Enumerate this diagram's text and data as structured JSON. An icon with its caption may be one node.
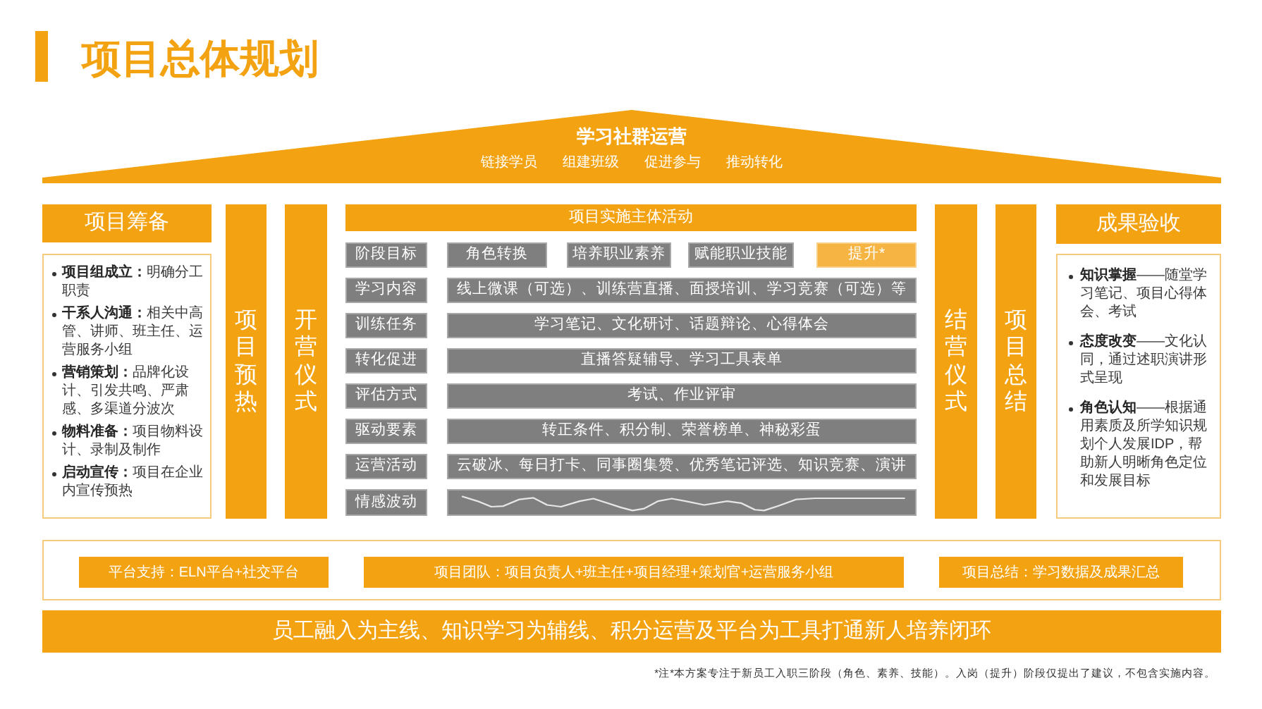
{
  "diagram": {
    "title": "项目总体规划",
    "nodes": [
      {
        "text": [
          "学习社群运营",
          "链接学员",
          "组建班级",
          "促进参与",
          "推动转化"
        ]
      },
      {
        "text": [
          "项目筹备"
        ]
      },
      {
        "text": [
          "**项目组成立：**明确分工职责",
          "**干系人沟通：**相关中高管、讲师、班主任、运营服务小组",
          "**营销策划：**品牌化设计、引发共鸣、严肃感、多渠道分波次",
          "**物料准备：**项目物料设计、录制及制作",
          "**启动宣传：**项目在企业内宣传预热"
        ]
      },
      {
        "text": [
          "项目预热"
        ]
      },
      {
        "text": [
          "开营仪式"
        ]
      },
      {
        "text": [
          "项目实施主体活动"
        ]
      },
      {
        "text": [
          "阶段目标"
        ]
      },
      {
        "text": [
          "角色转换"
        ]
      },
      {
        "text": [
          "培养职业素养"
        ]
      },
      {
        "text": [
          "赋能职业技能"
        ]
      },
      {
        "text": [
          "提升*"
        ]
      },
      {
        "text": [
          "学习内容"
        ]
      },
      {
        "text": [
          "线上微课（可选）、训练营直播、面授培训、学习竞赛（可选）等"
        ]
      },
      {
        "text": [
          "训练任务"
        ]
      },
      {
        "text": [
          "学习笔记、文化研讨、话题辩论、心得体会"
        ]
      },
      {
        "text": [
          "转化促进"
        ]
      },
      {
        "text": [
          "直播答疑辅导、学习工具表单"
        ]
      },
      {
        "text": [
          "评估方式"
        ]
      },
      {
        "text": [
          "考试、作业评审"
        ]
      },
      {
        "text": [
          "驱动要素"
        ]
      },
      {
        "text": [
          "转正条件、积分制、荣誉榜单、神秘彩蛋"
        ]
      },
      {
        "text": [
          "运营活动"
        ]
      },
      {
        "text": [
          "云破冰、每日打卡、同事圈集赞、优秀笔记评选、知识竞赛、演讲"
        ]
      },
      {
        "text": [
          "情感波动"
        ]
      },
      {
        "text": [],
        "shape": "box"
      },
      {
        "text": [
          "结营仪式"
        ]
      },
      {
        "text": [
          "项目总结"
        ]
      },
      {
        "text": [
          "成果验收"
        ]
      },
      {
        "text": [
          "**知识掌握**——随堂学习笔记、项目心得体会、考试",
          "**态度改变**——文化认同，通过述职演讲形式呈现",
          "**角色认知**——根据通用素质及所学知识规划个人发展IDP，帮助新人明晰角色定位和发展目标"
        ]
      },
      {
        "text": [],
        "shape": "box"
      },
      {
        "text": [
          "平台支持：ELN平台+社交平台"
        ],
        "in": 29
      },
      {
        "text": [
          "项目团队：项目负责人+班主任+项目经理+策划官+运营服务小组"
        ],
        "in": 29
      },
      {
        "text": [
          "项目总结：学习数据及成果汇总"
        ],
        "in": 29
      },
      {
        "text": [
          "员工融入为主线、知识学习为辅线、积分运营及平台为工具打通新人培养闭环"
        ]
      }
    ],
    "labels": [
      "*注*本方案专注于新员工入职三阶段（角色、素养、技能）。入岗（提升）阶段仅提出了建议，不包含实施内容。"
    ]
  }
}
